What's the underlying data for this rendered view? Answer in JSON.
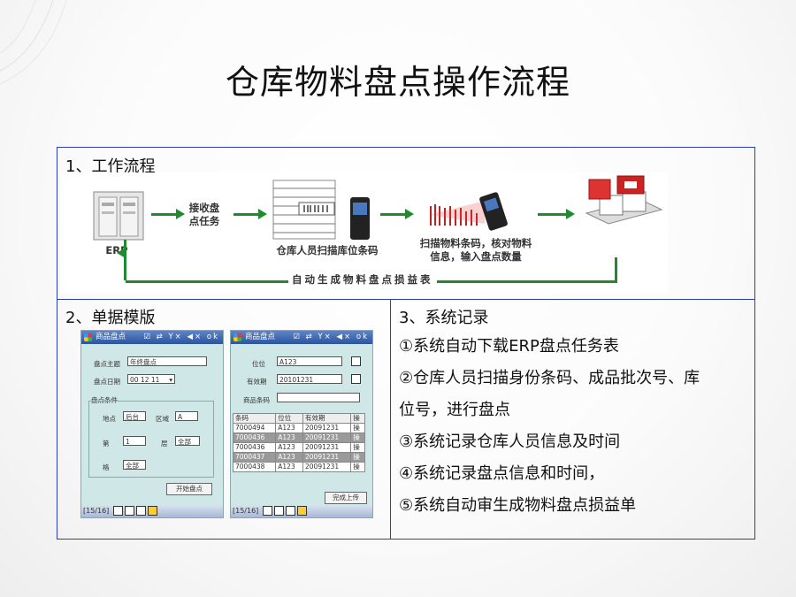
{
  "title": "仓库物料盘点操作流程",
  "sections": {
    "workflow": {
      "title": "1、工作流程",
      "erp_label": "ERP",
      "step_receive": "接收盘\n点任务",
      "step_scan_location": "仓库人员扫描库位条码",
      "step_scan_material": "扫描物料条码，核对物料\n信息，输入盘点数量",
      "return_label": "自动生成物料盘点损益表"
    },
    "templates": {
      "title": "2、单据模版",
      "screen1": {
        "titlebar": "商品盘点",
        "status_icons": "☑ ⇄ Y× ◀× ok",
        "main_label": "盘点主题",
        "main_value": "年终盘点",
        "date_label": "盘点日期",
        "date_value": "00 12 11",
        "cond_label": "盘点条件",
        "area_label": "地点",
        "area_value": "后台",
        "zone_label": "区域",
        "zone_value": "A",
        "row_label": "第",
        "row_value": "1",
        "layer_label": "层",
        "layer_value": "全部",
        "shelf_label": "格",
        "shelf_value": "全部",
        "start_button": "开始盘点",
        "page": "[15/16]"
      },
      "screen2": {
        "titlebar": "商品盘点",
        "status_icons": "☑ ⇄ Y× ◀× ok",
        "loc_label": "位位",
        "loc_value": "A123",
        "valid_label": "有效期",
        "valid_value": "20101231",
        "prod_label": "商品条码",
        "grid_headers": [
          "条码",
          "位位",
          "有效期",
          "操"
        ],
        "grid_rows": [
          [
            "7000494",
            "A123",
            "20091231",
            "操"
          ],
          [
            "7000436",
            "A123",
            "20091231",
            "操"
          ],
          [
            "7000436",
            "A123",
            "20091231",
            "操"
          ],
          [
            "7000437",
            "A123",
            "20091231",
            "操"
          ],
          [
            "7000438",
            "A123",
            "20091231",
            "操"
          ]
        ],
        "finish_button": "完成上传",
        "page": "[15/16]"
      }
    },
    "records": {
      "title": "3、系统记录",
      "items": [
        "①系统自动下载ERP盘点任务表",
        "②仓库人员扫描身份条码、成品批次号、库",
        "位号，进行盘点",
        "③系统记录仓库人员信息及时间",
        "④系统记录盘点信息和时间，",
        "⑤系统自动审生成物料盘点损益单"
      ]
    }
  },
  "colors": {
    "frame": "#2b3fb5",
    "arrow": "#1f8a2e",
    "pda_bg": "#cfe7e6"
  }
}
